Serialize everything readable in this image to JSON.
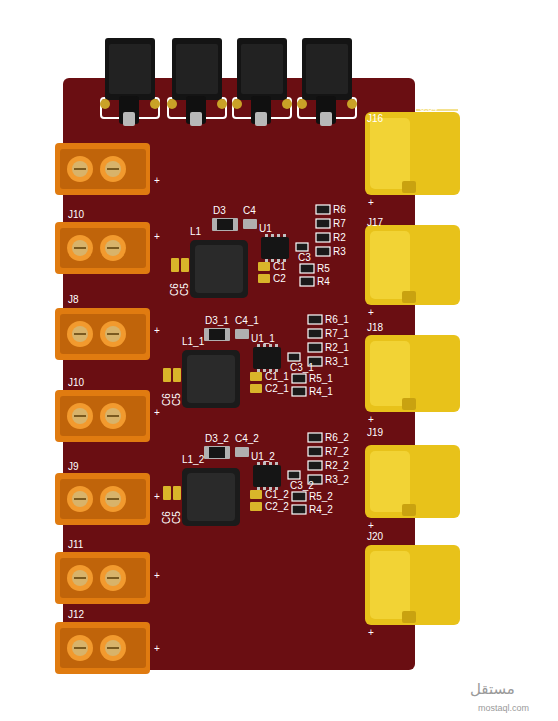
{
  "diagram": {
    "labels": [
      "J16",
      "0.84",
      "J17",
      "J18",
      "J19",
      "J20",
      "J10",
      "J8",
      "J10",
      "J9",
      "J11",
      "J12",
      "+",
      "+",
      "+",
      "+",
      "+",
      "+",
      "+",
      "+",
      "+",
      "+",
      "+",
      "+",
      "D3",
      "C4",
      "L1",
      "U1",
      "R6",
      "R7",
      "R2",
      "R3",
      "C3",
      "R5",
      "R4",
      "C1",
      "C2",
      "C6",
      "C5",
      "D3_1",
      "C4_1",
      "L1_1",
      "U1_1",
      "R6_1",
      "R7_1",
      "R2_1",
      "R3_1",
      "C3_1",
      "R5_1",
      "R4_1",
      "C1_1",
      "C2_1",
      "C6",
      "C5",
      "D3_2",
      "C4_2",
      "L1_2",
      "U1_2",
      "R6_2",
      "R7_2",
      "R2_2",
      "R3_2",
      "C3_2",
      "R5_2",
      "R4_2",
      "C1_2",
      "C2_2",
      "C6",
      "C5",
      "مستقل",
      "mostaql.com"
    ]
  }
}
